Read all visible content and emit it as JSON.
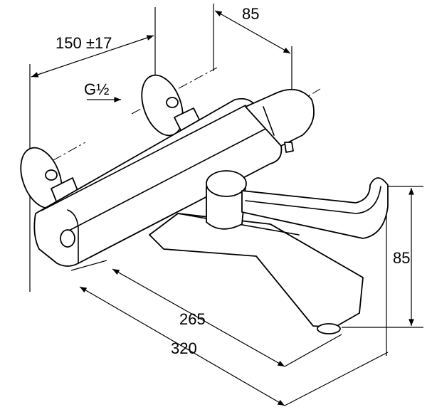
{
  "dimensions": {
    "inlet_spacing": "150 ±17",
    "depth_top": "85",
    "thread": "G½",
    "height_right": "85",
    "spout_length": "265",
    "overall_length": "320"
  }
}
